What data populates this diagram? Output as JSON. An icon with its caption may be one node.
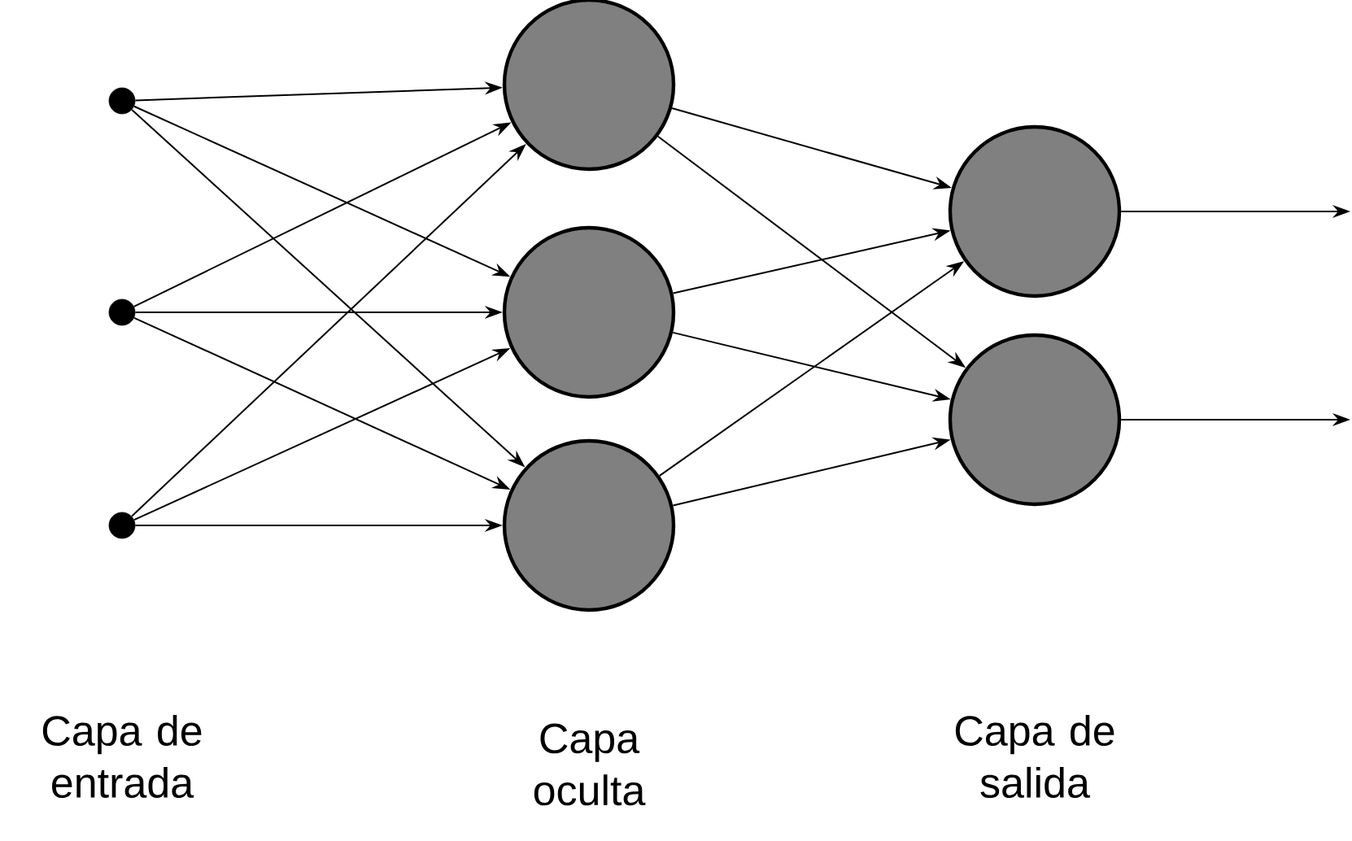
{
  "diagram": {
    "nodes": [
      {
        "text": [],
        "shape": "circle"
      },
      {
        "text": [],
        "shape": "circle"
      },
      {
        "text": [],
        "shape": "circle"
      },
      {
        "text": [],
        "shape": "circle"
      },
      {
        "text": [],
        "shape": "circle"
      },
      {
        "text": [],
        "shape": "circle"
      },
      {
        "text": [],
        "shape": "circle"
      },
      {
        "text": [],
        "shape": "circle"
      }
    ],
    "edges": [
      {
        "from": 0,
        "to": 3,
        "arrow": "to"
      },
      {
        "from": 0,
        "to": 4,
        "arrow": "to"
      },
      {
        "from": 0,
        "to": 5,
        "arrow": "to"
      },
      {
        "from": 1,
        "to": 3,
        "arrow": "to"
      },
      {
        "from": 1,
        "to": 4,
        "arrow": "to"
      },
      {
        "from": 1,
        "to": 5,
        "arrow": "to"
      },
      {
        "from": 2,
        "to": 3,
        "arrow": "to"
      },
      {
        "from": 2,
        "to": 4,
        "arrow": "to"
      },
      {
        "from": 2,
        "to": 5,
        "arrow": "to"
      },
      {
        "from": 3,
        "to": 6,
        "arrow": "to"
      },
      {
        "from": 3,
        "to": 7,
        "arrow": "to"
      },
      {
        "from": 4,
        "to": 6,
        "arrow": "to"
      },
      {
        "from": 4,
        "to": 7,
        "arrow": "to"
      },
      {
        "from": 5,
        "to": 6,
        "arrow": "to"
      },
      {
        "from": 5,
        "to": 7,
        "arrow": "to"
      },
      {
        "from": 6,
        "to": null,
        "arrow": "to"
      },
      {
        "from": 7,
        "to": null,
        "arrow": "to"
      }
    ],
    "labels": [
      "Capa de entrada",
      "Capa oculta",
      "Capa de salida"
    ]
  }
}
